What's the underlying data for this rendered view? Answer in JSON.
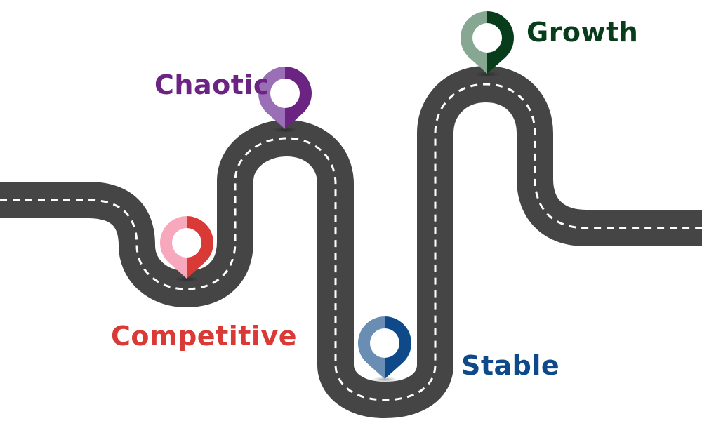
{
  "stages": [
    {
      "id": "competitive",
      "label": "Competitive",
      "color": "#d93a35",
      "light_color": "#f8a8bd"
    },
    {
      "id": "chaotic",
      "label": "Chaotic",
      "color": "#6c2483",
      "light_color": "#9a6fb5"
    },
    {
      "id": "stable",
      "label": "Stable",
      "color": "#0e4a8a",
      "light_color": "#6a8db4"
    },
    {
      "id": "growth",
      "label": "Growth",
      "color": "#073d1a",
      "light_color": "#86a792"
    }
  ],
  "road": {
    "asphalt_color": "#454545",
    "lane_marking_color": "#ffffff"
  },
  "icons": {
    "pin": "map-pin-icon"
  }
}
